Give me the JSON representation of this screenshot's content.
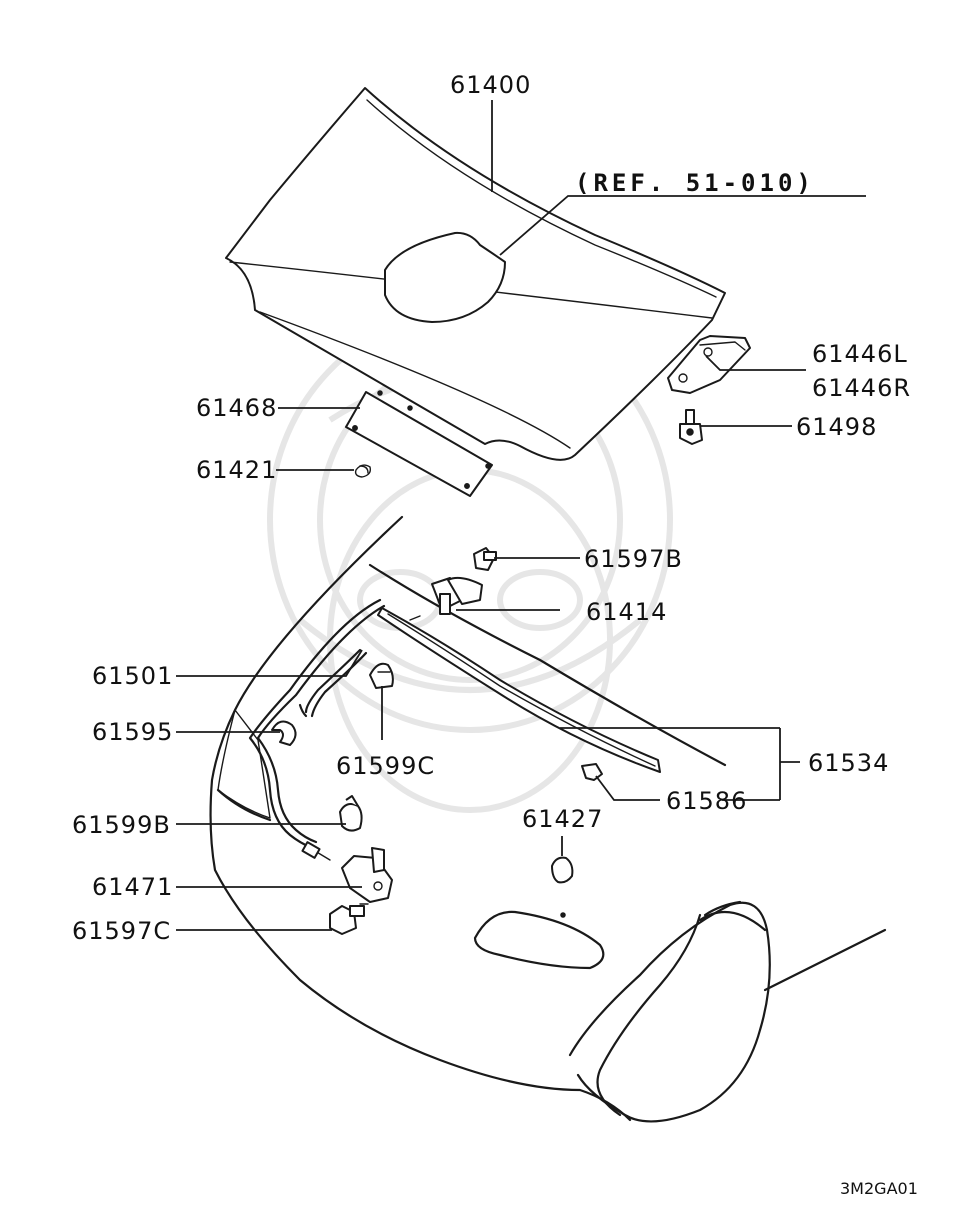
{
  "diagram": {
    "reference": "(REF. 51-010)",
    "drawing_code": "3M2GA01",
    "parts": {
      "p61400": "61400",
      "p61446L": "61446L",
      "p61446R": "61446R",
      "p61498": "61498",
      "p61468": "61468",
      "p61421": "61421",
      "p61597B": "61597B",
      "p61414": "61414",
      "p61501": "61501",
      "p61595": "61595",
      "p61599C": "61599C",
      "p61534": "61534",
      "p61586": "61586",
      "p61427": "61427",
      "p61599B": "61599B",
      "p61471": "61471",
      "p61597C": "61597C"
    }
  }
}
